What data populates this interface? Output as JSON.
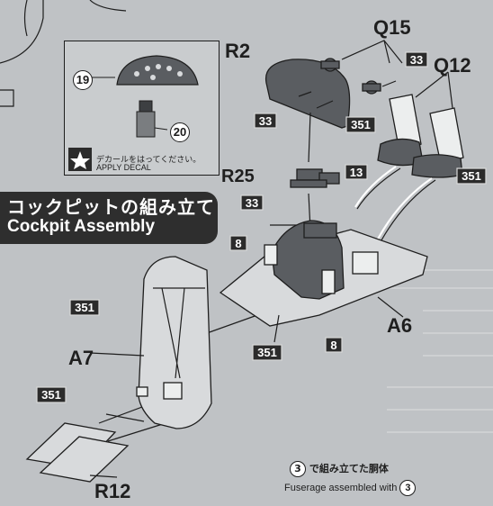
{
  "section": {
    "title_jp": "コックピットの組み立て",
    "title_en": "Cockpit Assembly"
  },
  "decal_box": {
    "num_panel": "19",
    "num_pilot": "20",
    "text_jp": "デカールをはってください。",
    "text_en": "APPLY DECAL"
  },
  "part_labels": {
    "r2": "R2",
    "q15": "Q15",
    "q12": "Q12",
    "r25": "R25",
    "a6": "A6",
    "a7": "A7",
    "r12": "R12"
  },
  "color_tags": {
    "q15": "33",
    "r2": "33",
    "q12_left": "351",
    "q12_right": "351",
    "q12_bottom": "13",
    "r25": "33",
    "a6_left": "8",
    "a6_bottom": "351",
    "a6_right": "8",
    "a7": "351",
    "r12": "351"
  },
  "fuselage_note": {
    "step": "3",
    "text_jp": "で組み立てた胴体",
    "text_en": "Fuserage assembled with"
  },
  "colors": {
    "background": "#bfc2c5",
    "part_dark": "#5a5d61",
    "tag_fill": "#2b2b2b"
  }
}
